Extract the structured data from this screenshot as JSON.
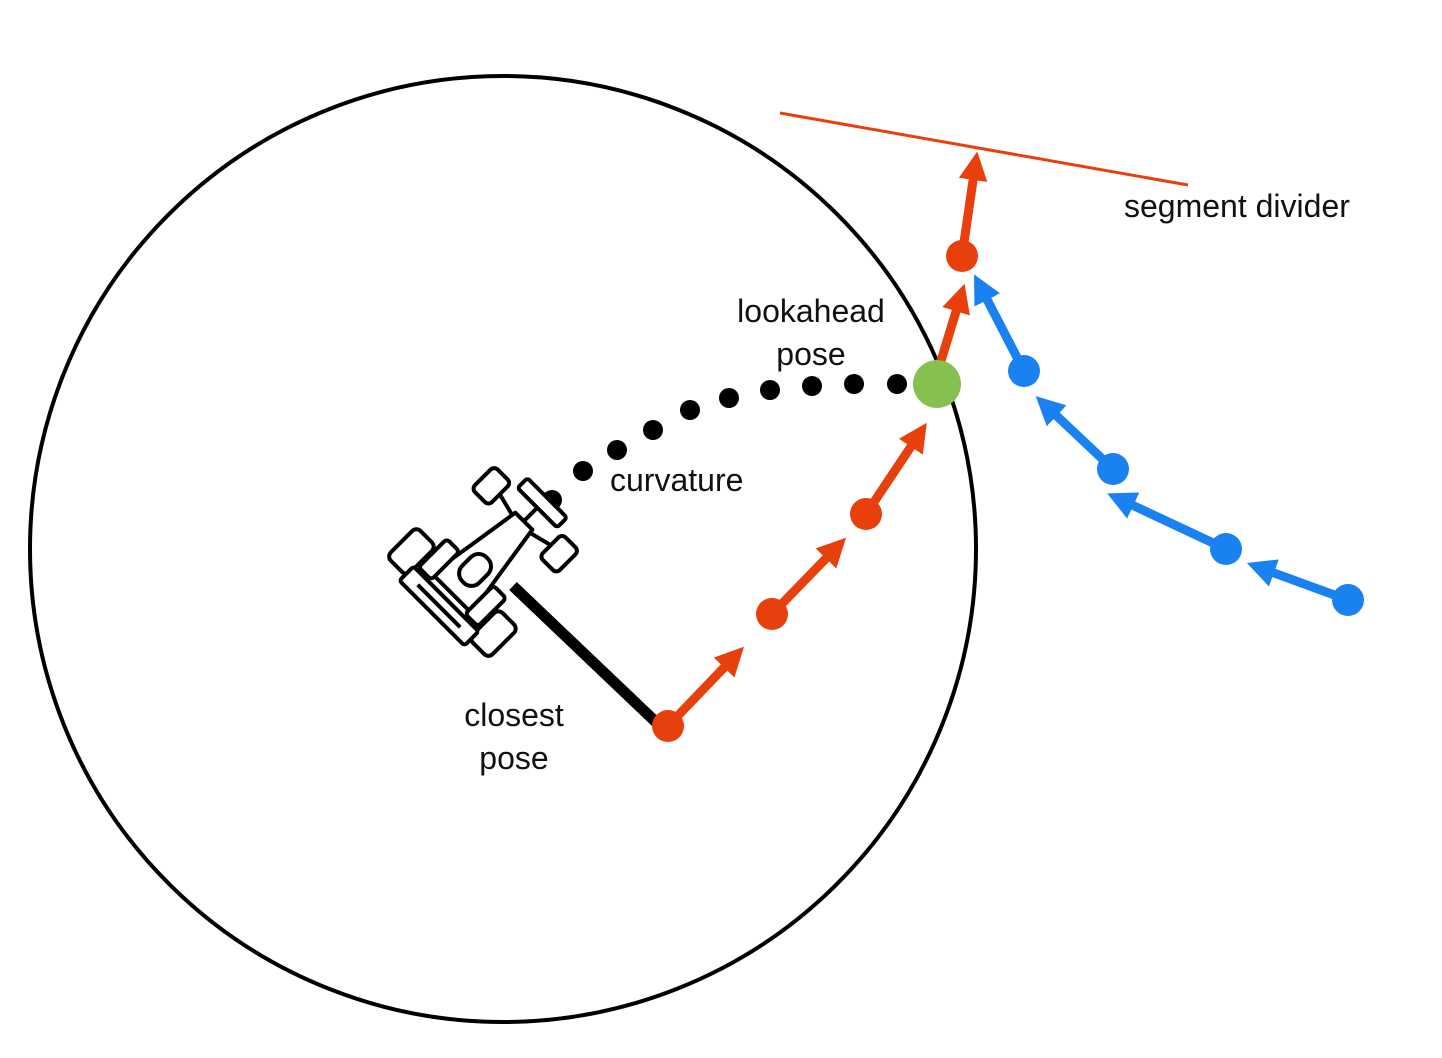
{
  "labels": {
    "segment_divider": "segment divider",
    "lookahead_line1": "lookahead",
    "lookahead_line2": "pose",
    "curvature": "curvature",
    "closest_line1": "closest",
    "closest_line2": "pose"
  },
  "colors": {
    "background": "#ffffff",
    "outline": "#000000",
    "red_path": "#e8400c",
    "blue_path": "#1a82f0",
    "lookahead_point": "#86c04f",
    "curvature_dots": "#000000"
  },
  "icons": {
    "vehicle": "race-car-icon"
  }
}
